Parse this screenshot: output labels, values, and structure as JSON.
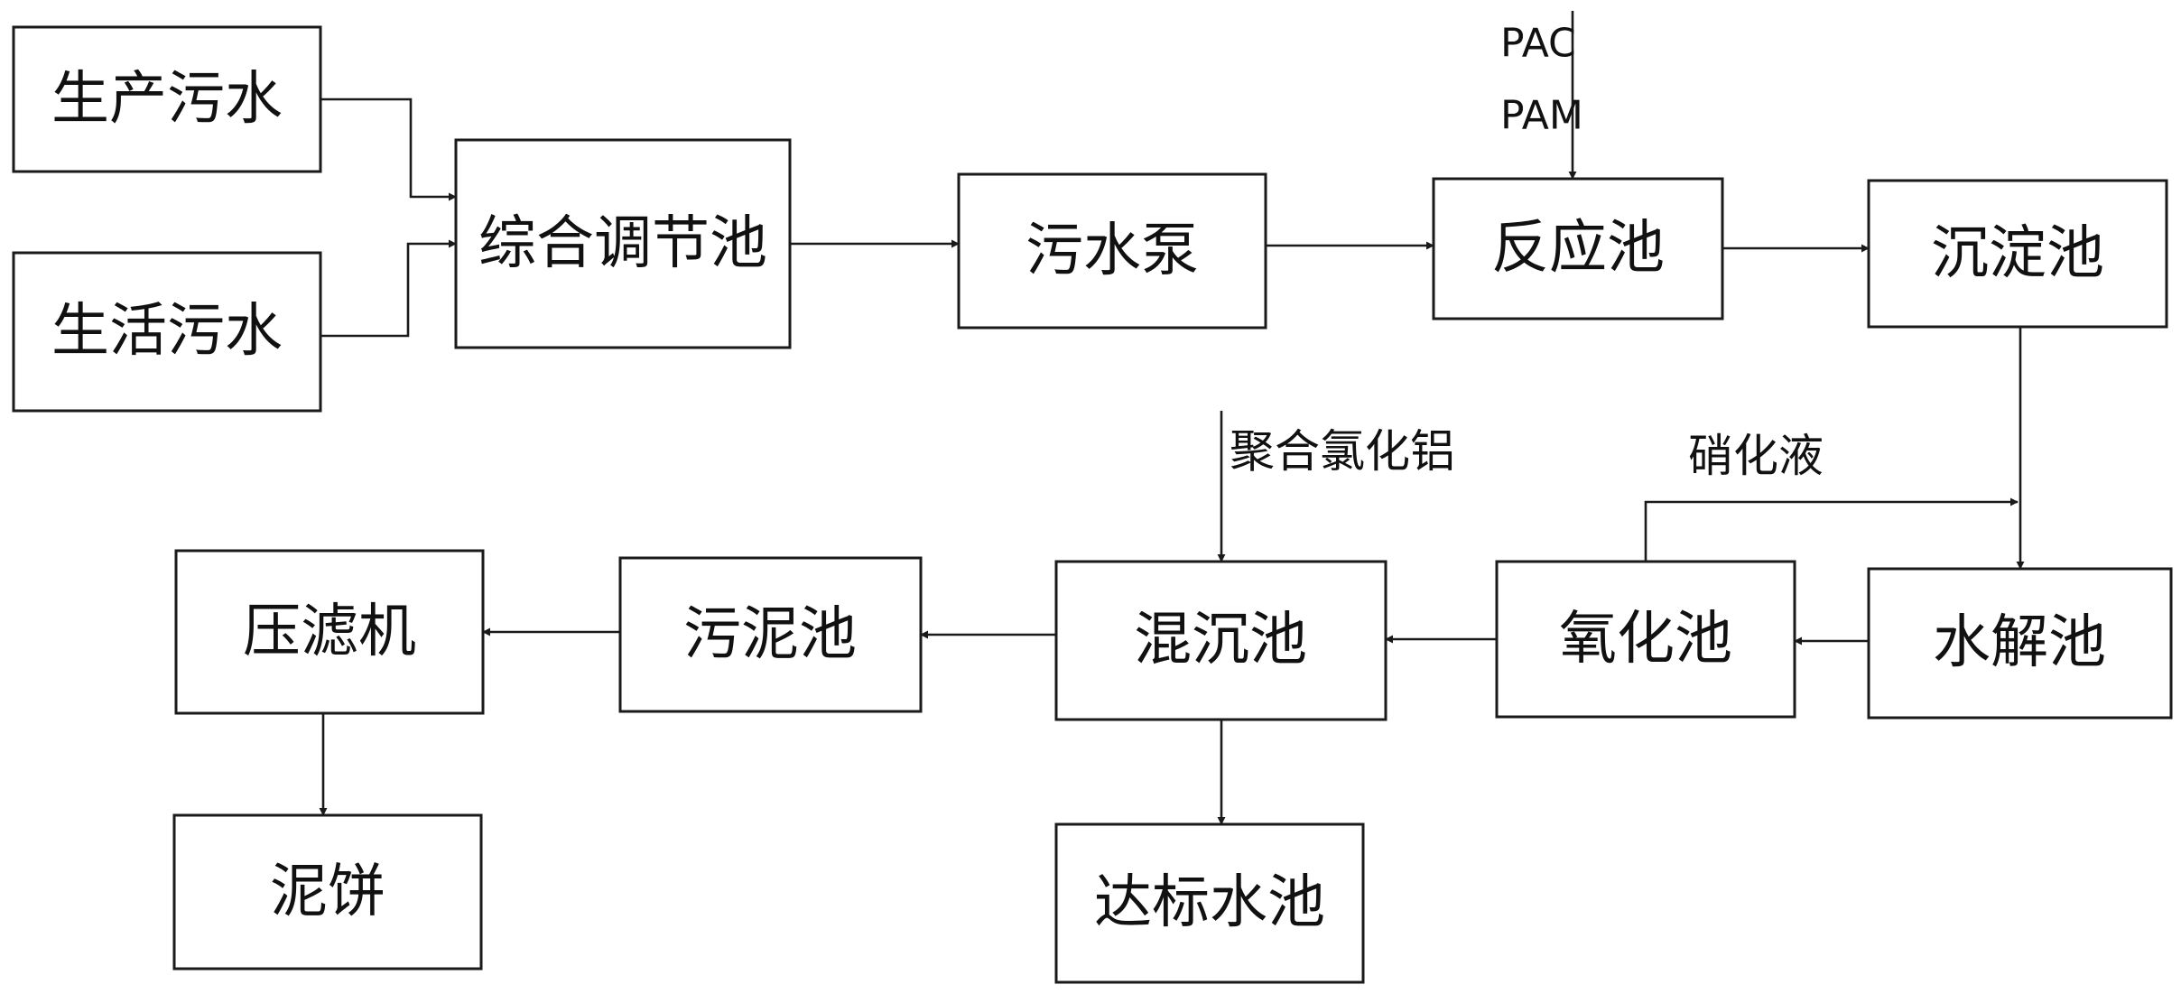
{
  "nodes": {
    "production_sewage": "生产污水",
    "domestic_sewage": "生活污水",
    "equalization_tank": "综合调节池",
    "sewage_pump": "污水泵",
    "reaction_tank": "反应池",
    "sedimentation_tank": "沉淀池",
    "hydrolysis_tank": "水解池",
    "oxidation_tank": "氧化池",
    "coag_settling_tank": "混沉池",
    "sludge_tank": "污泥池",
    "filter_press": "压滤机",
    "mud_cake": "泥饼",
    "compliant_water_tank": "达标水池"
  },
  "annotations": {
    "pac": "PAC",
    "pam": "PAM",
    "nitrification_liquid": "硝化液",
    "polyaluminium_chloride": "聚合氯化铝"
  },
  "colors": {
    "stroke": "#1a1a1a",
    "background": "#ffffff"
  }
}
